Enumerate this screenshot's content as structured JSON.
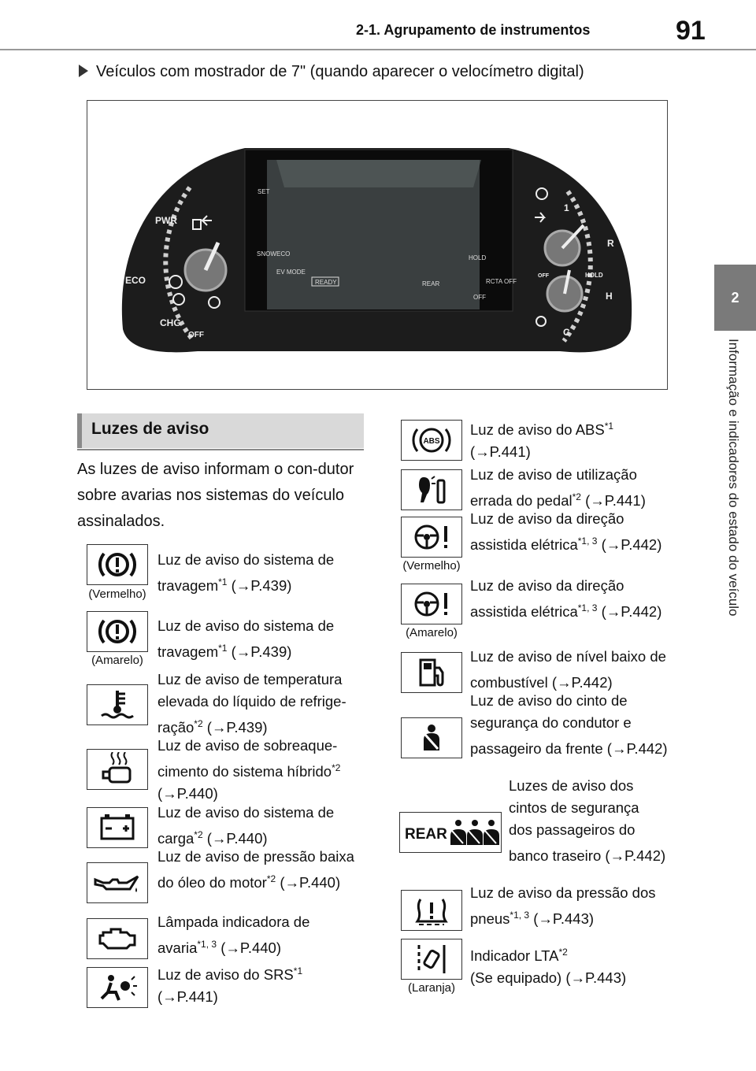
{
  "header": {
    "section_title": "2-1. Agrupamento de instrumentos",
    "page_number": "91"
  },
  "sidebar": {
    "chapter_number": "2",
    "chapter_title": "Informação e indicadores do estado do veículo"
  },
  "variant_heading": "Veículos com mostrador de 7\" (quando aparecer o velocímetro digital)",
  "cluster": {
    "left_gauge": {
      "labels": [
        "PWR",
        "ECO",
        "CHG",
        "OFF"
      ]
    },
    "screen_texts": {
      "set": "SET",
      "snow": "SNOW",
      "eco": "ECO",
      "ev_mode": "EV MODE",
      "ready": "READY",
      "rear": "REAR",
      "hold": "HOLD",
      "rcta_off": "RCTA OFF",
      "off": "OFF"
    },
    "right_gauge": {
      "labels": [
        "1",
        "R",
        "H",
        "C",
        "HOLD",
        "OFF"
      ]
    }
  },
  "section": {
    "heading": "Luzes de aviso",
    "intro": "As luzes de aviso informam o con-dutor sobre avarias nos sistemas do veículo assinalados."
  },
  "left_items": [
    {
      "icon": "brake-warning-icon",
      "caption": "(Vermelho)",
      "text": "Luz de aviso do sistema de travagem",
      "sup": "*1",
      "ref": " (→P.439)"
    },
    {
      "icon": "brake-warning-icon",
      "caption": "(Amarelo)",
      "text": "Luz de aviso do sistema de travagem",
      "sup": "*1",
      "ref": " (→P.439)"
    },
    {
      "icon": "coolant-temperature-icon",
      "caption": "",
      "text": "Luz de aviso de temperatura elevada do líquido de refrige-ração",
      "sup": "*2",
      "ref": " (→P.439)"
    },
    {
      "icon": "hybrid-overheat-icon",
      "caption": "",
      "text": "Luz de aviso de sobreaque-cimento do sistema híbrido",
      "sup": "*2",
      "ref": " (→P.440)"
    },
    {
      "icon": "battery-charge-icon",
      "caption": "",
      "text": "Luz de aviso do sistema de carga",
      "sup": "*2",
      "ref": " (→P.440)"
    },
    {
      "icon": "oil-pressure-icon",
      "caption": "",
      "text": "Luz de aviso de pressão baixa do óleo do motor",
      "sup": "*2",
      "ref": " (→P.440)"
    },
    {
      "icon": "check-engine-icon",
      "caption": "",
      "text": "Lâmpada indicadora de avaria",
      "sup": "*1, 3",
      "ref": " (→P.440)"
    },
    {
      "icon": "srs-airbag-icon",
      "caption": "",
      "text": "Luz de aviso do SRS",
      "sup": "*1",
      "ref": " (→P.441)"
    }
  ],
  "right_items": [
    {
      "icon": "abs-icon",
      "caption": "",
      "text": "Luz de aviso do ABS",
      "sup": "*1",
      "ref": " (→P.441)"
    },
    {
      "icon": "pedal-misuse-icon",
      "caption": "",
      "text": "Luz de aviso de utilização errada do pedal",
      "sup": "*2",
      "ref": " (→P.441)"
    },
    {
      "icon": "power-steering-icon",
      "caption": "(Vermelho)",
      "text": "Luz de aviso da direção assistida elétrica",
      "sup": "*1, 3",
      "ref": " (→P.442)"
    },
    {
      "icon": "power-steering-icon",
      "caption": "(Amarelo)",
      "text": "Luz de aviso da direção assistida elétrica",
      "sup": "*1, 3",
      "ref": " (→P.442)"
    },
    {
      "icon": "low-fuel-icon",
      "caption": "",
      "text": "Luz de aviso de nível baixo de combustível",
      "sup": "",
      "ref": " (→P.442)"
    },
    {
      "icon": "seatbelt-icon",
      "caption": "",
      "text": "Luz de aviso do cinto de segurança do condutor e passageiro da frente",
      "sup": "",
      "ref": " (→P.442)"
    },
    {
      "icon": "rear-seatbelt-icon",
      "caption": "",
      "text": "Luzes de aviso dos cintos de segurança dos passageiros do banco traseiro",
      "sup": "",
      "ref": " (→P.442)"
    },
    {
      "icon": "tire-pressure-icon",
      "caption": "",
      "text": "Luz de aviso da pressão dos pneus",
      "sup": "*1, 3",
      "ref": " (→P.443)"
    },
    {
      "icon": "lta-icon",
      "caption": "(Laranja)",
      "text": "Indicador LTA",
      "sup": "*2",
      "ref": " (Se equipado) (→P.443)"
    }
  ],
  "rear_label": "REAR"
}
